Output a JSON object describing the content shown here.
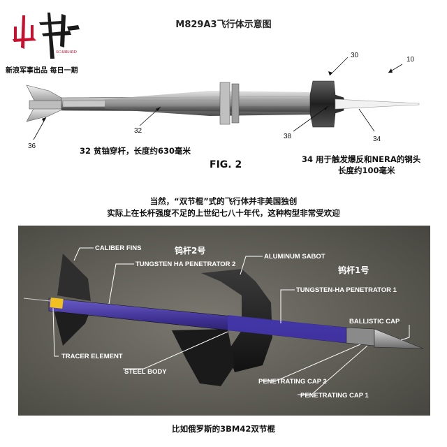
{
  "brand": {
    "logo_text": "出鞘",
    "logo_small": "SCABBARD",
    "subtitle": "新浪军事出品 每日一期"
  },
  "top_title": "M829A3飞行体示意图",
  "patent": {
    "fig_label": "FIG. 2",
    "refs": [
      "30",
      "10",
      "32",
      "36",
      "38",
      "34"
    ],
    "caption_32": "32 贫铀穿杆，长度约630毫米",
    "caption_34_line1": "34 用于触发爆反和NERA的钢头",
    "caption_34_line2": "长度约100毫米"
  },
  "mid_text": {
    "line1": "当然，“双节棍”式的飞行体并非美国独创",
    "line2": "实际上在长杆强度不足的上世纪七八十年代，这种构型非常受欢迎"
  },
  "cutaway": {
    "labels": {
      "caliber_fins": "CALIBER FINS",
      "tungsten2": "TUNGSTEN HA PENETRATOR 2",
      "aluminum_sabot": "ALUMINUM SABOT",
      "tungsten1": "TUNGSTEN-HA PENETRATOR 1",
      "ballistic_cap": "BALLISTIC CAP",
      "tracer": "TRACER ELEMENT",
      "steel_body": "STEEL BODY",
      "pen_cap2": "PENETRATING CAP 2",
      "pen_cap1": "PENETRATING CAP 1"
    },
    "cn_rod2": "钨杆2号",
    "cn_rod1": "钨杆1号"
  },
  "footer": "比如俄罗斯的3BM42双节棍",
  "colors": {
    "logo_red": "#c8102e",
    "panel_bg": "#5f5d55",
    "penetrator": "#3c2f8f",
    "tracer": "#f0c020"
  }
}
